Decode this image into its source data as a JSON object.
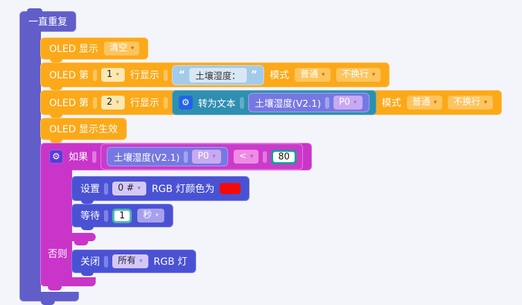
{
  "icons": {
    "dropdown_arrow": "▾",
    "gear": "⚙"
  },
  "palette": {
    "workspace_bg": "#f3f5fb",
    "loop_purple": "#615ec9",
    "block_orange": "#fba919",
    "block_magenta": "#c935c9",
    "block_blue": "#4a52d4",
    "convert_teal": "#2f8fb0",
    "sensor_periwinkle": "#7678e2",
    "value_teal": "#12a093",
    "string_blue": "#a3cbe9",
    "color_red": "#f50a0a"
  },
  "loop": {
    "label": "一直重复"
  },
  "oled_clear": {
    "prefix": "OLED 显示",
    "mode": "清空"
  },
  "oled_line1": {
    "prefix": "OLED 第",
    "line": "1",
    "suffix": "行显示",
    "quote_open": "“",
    "text": "土壤湿度：",
    "quote_close": "”",
    "mode_label": "模式",
    "mode": "普通",
    "wrap": "不换行"
  },
  "oled_line2": {
    "prefix": "OLED 第",
    "line": "2",
    "suffix": "行显示",
    "convert_label": "转为文本",
    "sensor_label": "土壤湿度(V2.1)",
    "pin": "P0",
    "mode_label": "模式",
    "mode": "普通",
    "wrap": "不换行"
  },
  "oled_apply": {
    "label": "OLED 显示生效"
  },
  "if_block": {
    "if_label": "如果",
    "else_label": "否则",
    "condition": {
      "sensor_label": "土壤湿度(V2.1)",
      "pin": "P0",
      "operator": "<",
      "value": "80"
    }
  },
  "set_rgb": {
    "verb": "设置",
    "index": "0 #",
    "rest": "RGB 灯颜色为"
  },
  "wait": {
    "verb": "等待",
    "value": "1",
    "unit": "秒"
  },
  "rgb_off": {
    "verb": "关闭",
    "scope": "所有",
    "rest": "RGB 灯"
  }
}
